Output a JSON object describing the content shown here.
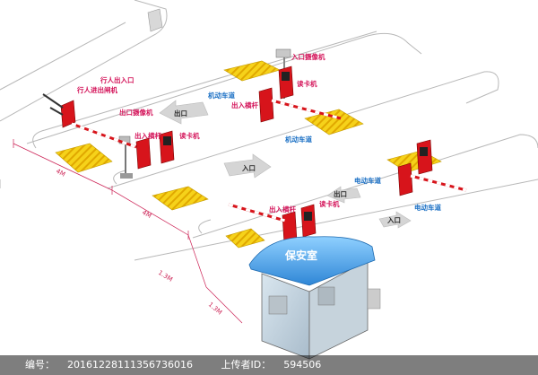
{
  "labels": {
    "pedestrian_entry": "行人出入口",
    "pedestrian_gate": "行人进出闸机",
    "exit_camera": "出口摄像机",
    "barrier_1": "出入横杆",
    "card_reader_1": "读卡机",
    "entry_camera": "入口摄像机",
    "card_reader_top": "读卡机",
    "barrier_top": "出入横杆",
    "motor_lane_top": "机动车道",
    "exit_arrow_top": "出口",
    "motor_lane_mid": "机动车道",
    "entry_arrow_mid": "入口",
    "electric_lane_top": "电动车道",
    "exit_arrow_lower": "出口",
    "barrier_lower": "出入横杆",
    "card_reader_lower": "读卡机",
    "electric_lane_lower": "电动车道",
    "entry_arrow_lower": "入口",
    "guard_house": "保安室"
  },
  "dimensions": {
    "d1": "4M",
    "d2": "4M",
    "d3": "1.3M",
    "d4": "1.3M"
  },
  "footer": {
    "id_label": "编号：",
    "id_value": "20161228111356736016",
    "uploader_label": "上传者ID：",
    "uploader_value": "594506"
  },
  "colors": {
    "accent_pink": "#d4145a",
    "lane_blue": "#1a6fc4",
    "stripe_yellow": "#f6d21a",
    "equipment_red": "#d7141b",
    "roof_blue": "#4aa3e8"
  }
}
